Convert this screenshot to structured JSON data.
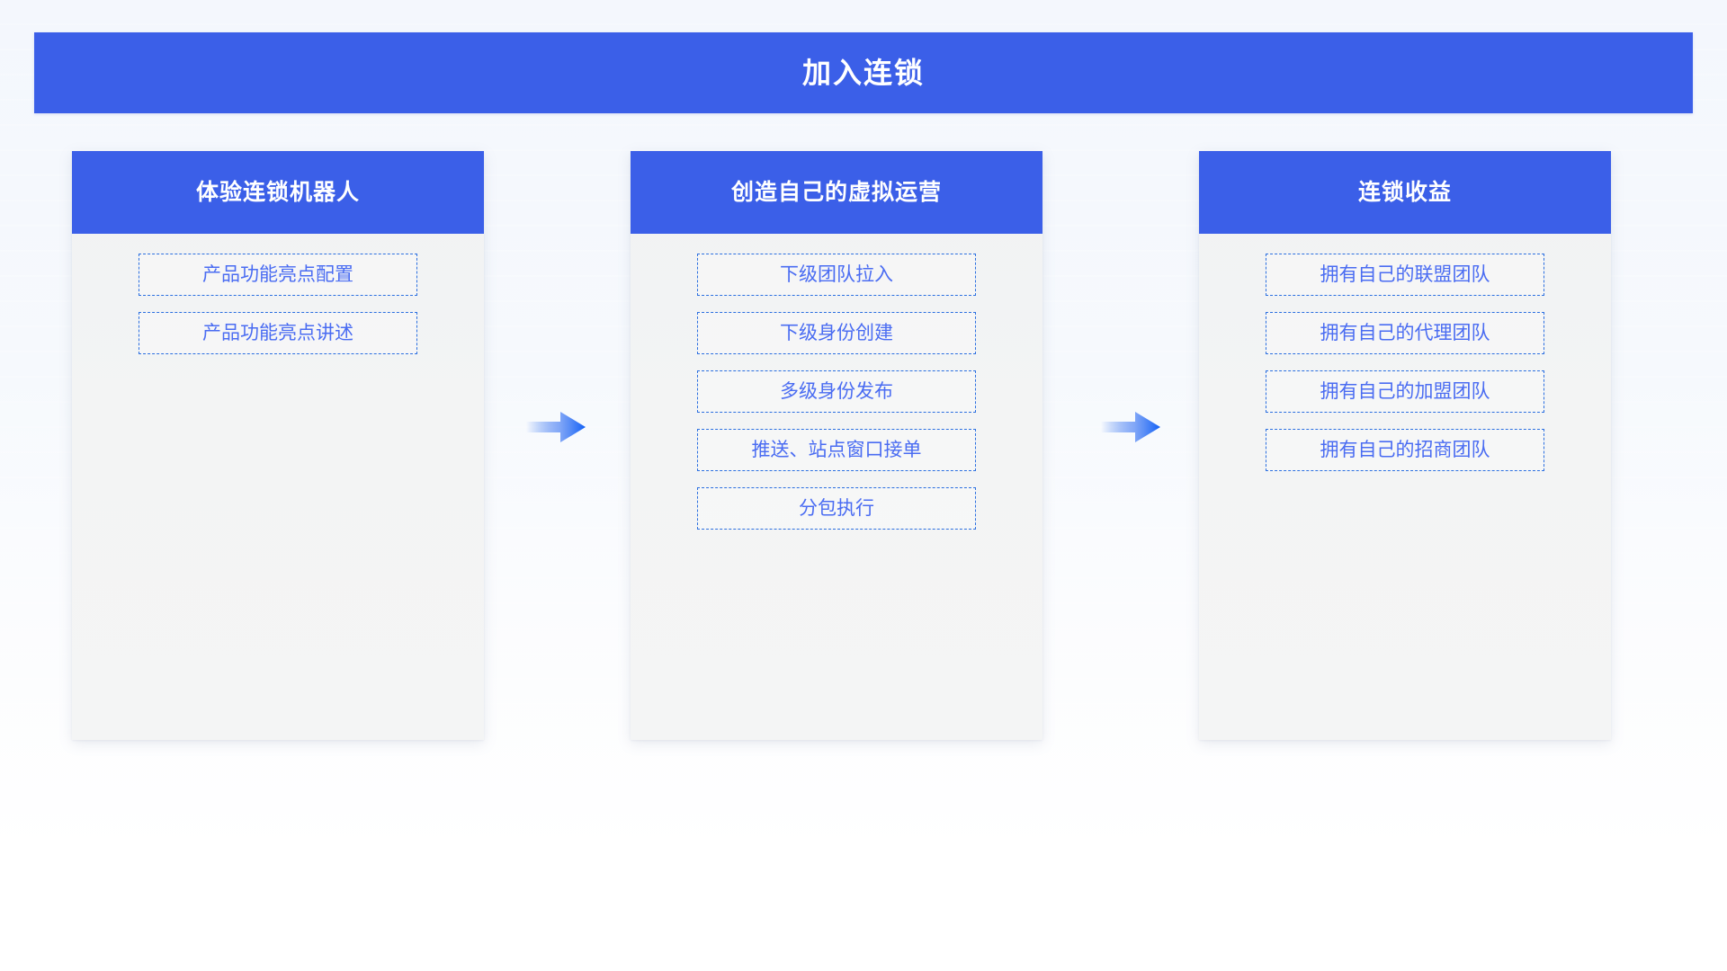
{
  "banner": {
    "title": "加入连锁"
  },
  "colors": {
    "brand_blue": "#3b5fe8",
    "card_body": "#f3f4f4",
    "item_border": "#2b6fe0",
    "item_text": "#4a6cf2",
    "arrow_blue": "#1f66f0",
    "page_background": "#f5f8fd"
  },
  "columns": [
    {
      "header": "体验连锁机器人",
      "items": [
        "产品功能亮点配置",
        "产品功能亮点讲述"
      ]
    },
    {
      "header": "创造自己的虚拟运营",
      "items": [
        "下级团队拉入",
        "下级身份创建",
        "多级身份发布",
        "推送、站点窗口接单",
        "分包执行"
      ]
    },
    {
      "header": "连锁收益",
      "items": [
        "拥有自己的联盟团队",
        "拥有自己的代理团队",
        "拥有自己的加盟团队",
        "拥有自己的招商团队"
      ]
    }
  ],
  "arrows": [
    {
      "icon": "arrow-right-icon",
      "direction": "right"
    },
    {
      "icon": "arrow-right-icon",
      "direction": "right"
    }
  ]
}
